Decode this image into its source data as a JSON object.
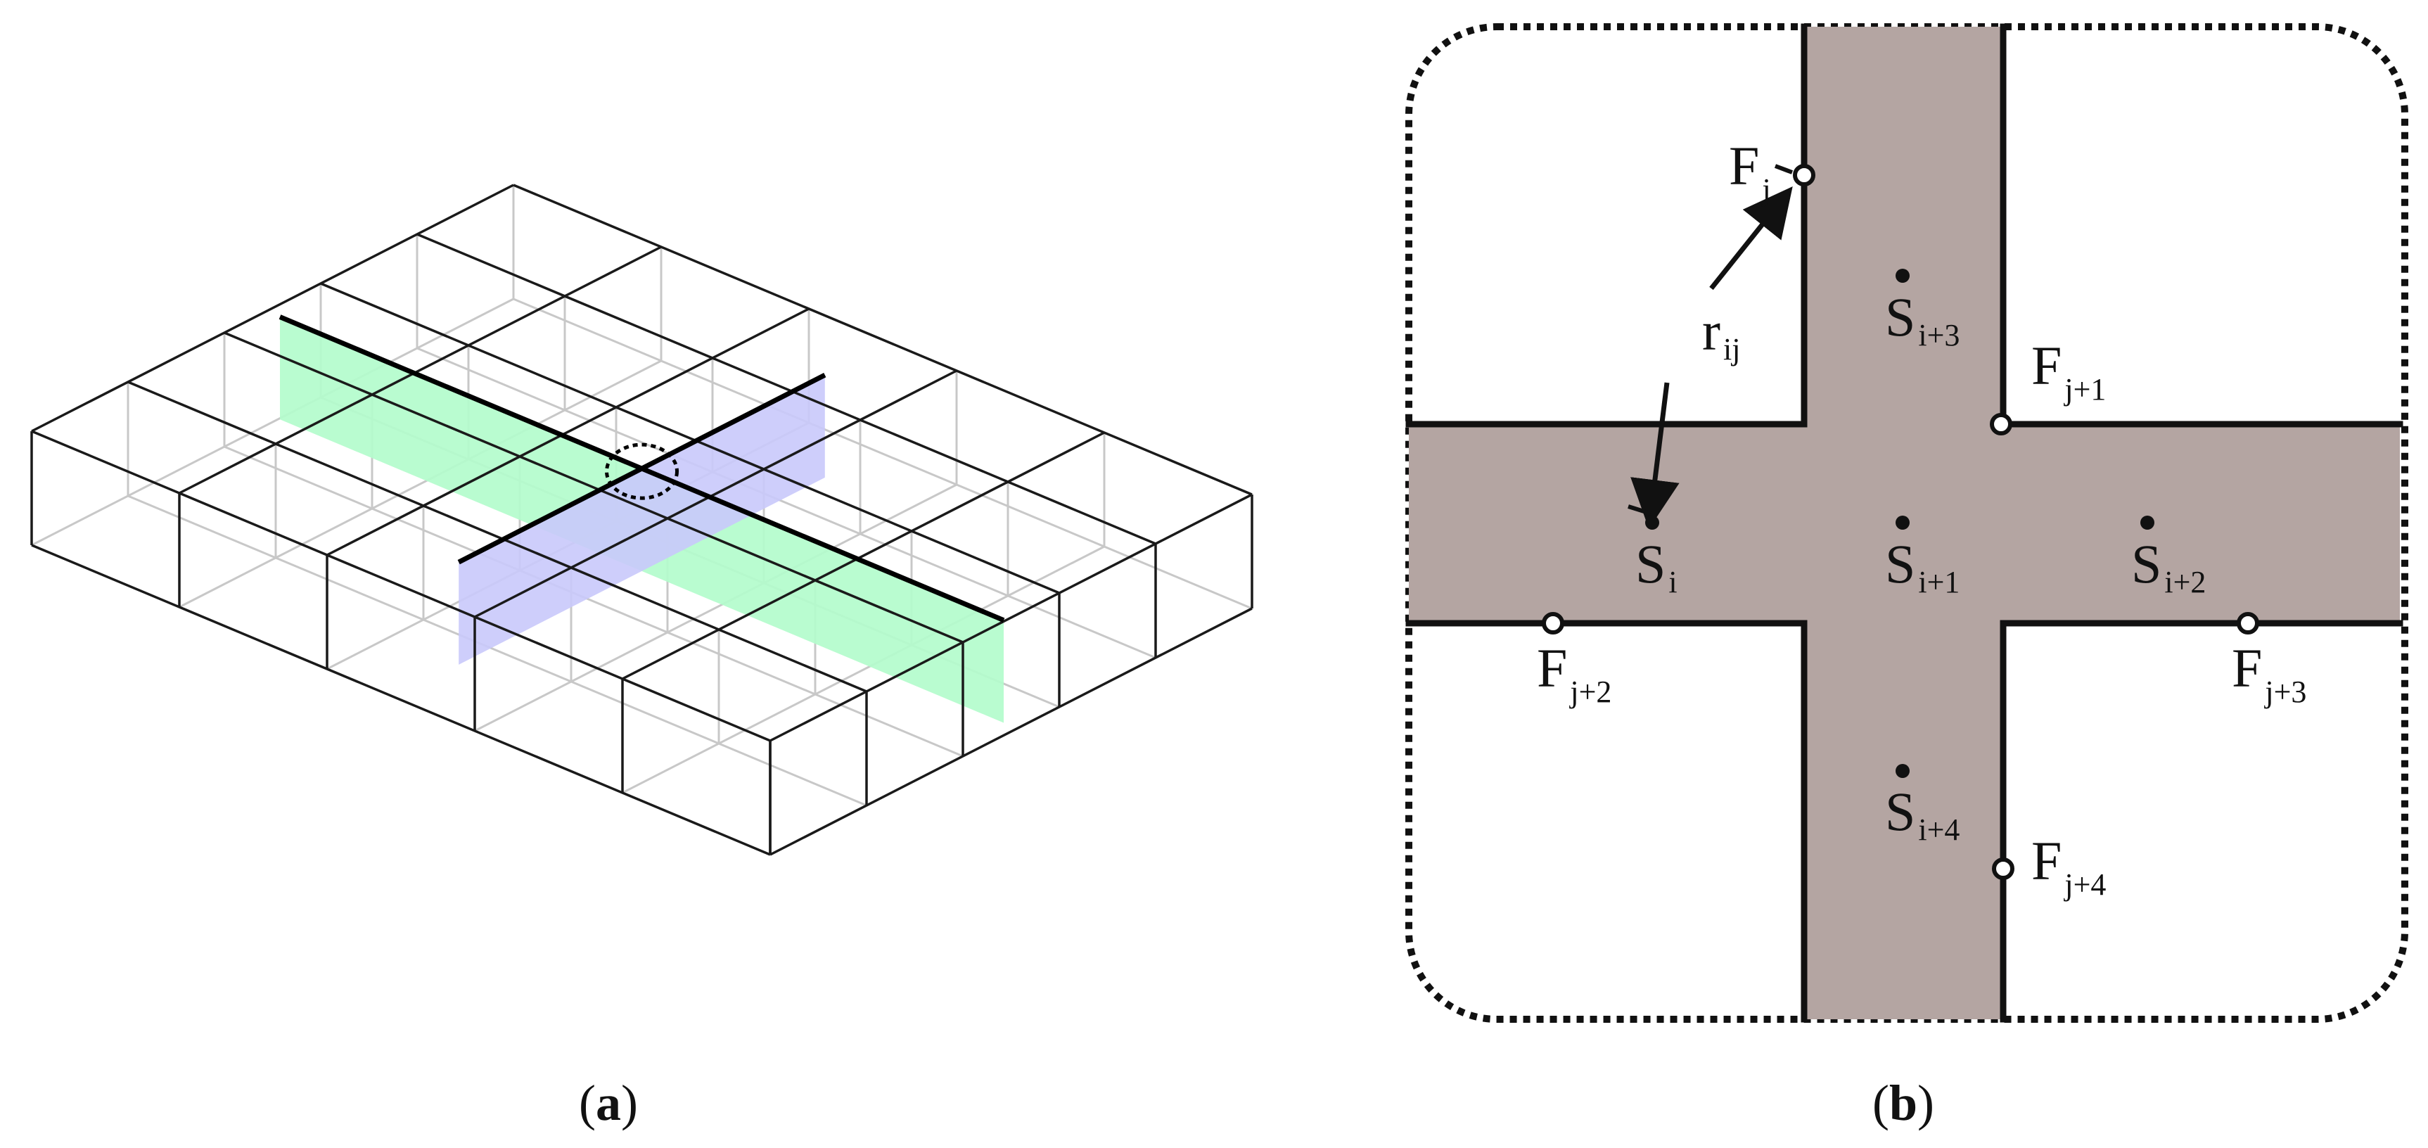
{
  "panel_a": {
    "caption_open": "(",
    "caption_letter": "a",
    "caption_close": ")",
    "colors": {
      "green_fracture": "#b3fccc",
      "blue_fracture": "#c9c9fb",
      "grid_line": "#1a1a1a",
      "hidden_line": "#c8c8c8"
    }
  },
  "panel_b": {
    "caption_open": "(",
    "caption_letter": "b",
    "caption_close": ")",
    "colors": {
      "matrix_region": "#b4a5a2",
      "outline": "#111111"
    },
    "labels": {
      "Fj": {
        "base": "F",
        "sub": "j"
      },
      "Fj1": {
        "base": "F",
        "sub": "j+1"
      },
      "Fj2": {
        "base": "F",
        "sub": "j+2"
      },
      "Fj3": {
        "base": "F",
        "sub": "j+3"
      },
      "Fj4": {
        "base": "F",
        "sub": "j+4"
      },
      "Si": {
        "base": "S",
        "sub": "i"
      },
      "Si1": {
        "base": "S",
        "sub": "i+1"
      },
      "Si2": {
        "base": "S",
        "sub": "i+2"
      },
      "Si3": {
        "base": "S",
        "sub": "i+3"
      },
      "Si4": {
        "base": "S",
        "sub": "i+4"
      },
      "rij": {
        "base": "r",
        "sub": "ij"
      }
    }
  }
}
